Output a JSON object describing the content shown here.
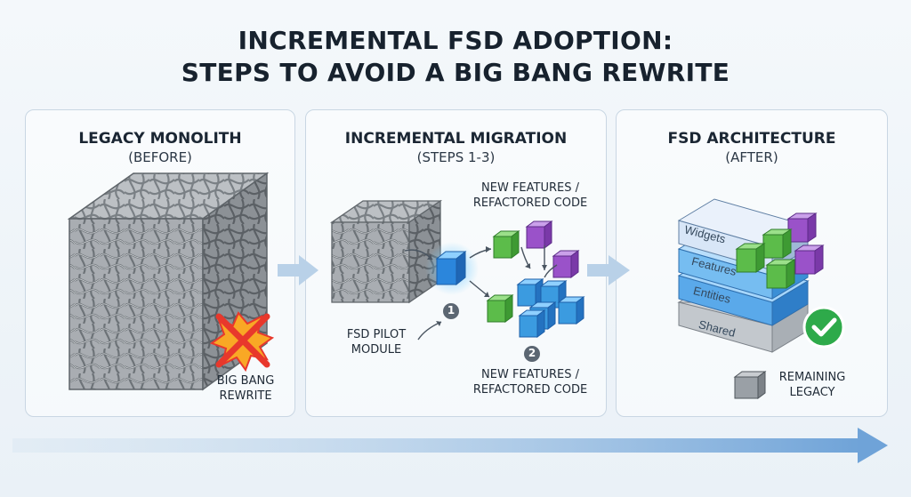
{
  "title": {
    "line1": "INCREMENTAL FSD ADOPTION:",
    "line2": "STEPS TO AVOID A BIG BANG REWRITE"
  },
  "panels": [
    {
      "heading": "LEGACY MONOLITH",
      "subheading": "(BEFORE)",
      "labels": {
        "rewrite_line1": "BIG BANG",
        "rewrite_line2": "REWRITE"
      }
    },
    {
      "heading": "INCREMENTAL MIGRATION",
      "subheading": "(STEPS 1-3)",
      "labels": {
        "new_features_top_line1": "NEW FEATURES /",
        "new_features_top_line2": "REFACTORED CODE",
        "pilot_line1": "FSD PILOT",
        "pilot_line2": "MODULE",
        "step1": "1",
        "step2": "2",
        "new_features_bottom_line1": "NEW FEATURES /",
        "new_features_bottom_line2": "REFACTORED CODE"
      }
    },
    {
      "heading": "FSD ARCHITECTURE",
      "subheading": "(AFTER)",
      "layers": [
        "Widgets",
        "Features",
        "Entities",
        "Shared"
      ],
      "labels": {
        "legacy_line1": "REMAINING",
        "legacy_line2": "LEGACY"
      }
    }
  ],
  "colors": {
    "legacy_gray": "#9aa0a6",
    "fsd_blue": "#3b9be0",
    "feature_green": "#5cbc4a",
    "feature_purple": "#9a52c9",
    "check_green": "#2eaa4a",
    "explosion_red": "#e8382c"
  },
  "icons": [
    "explosion-x-icon",
    "checkmark-badge-icon",
    "progress-arrow-icon"
  ]
}
